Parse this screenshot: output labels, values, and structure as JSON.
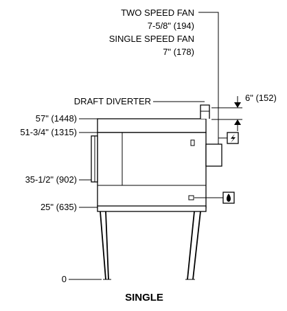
{
  "fan_notes": {
    "two_speed_label": "TWO SPEED FAN",
    "two_speed_dim": "7-5/8\" (194)",
    "single_speed_label": "SINGLE SPEED FAN",
    "single_speed_dim": "7\" (178)"
  },
  "draft_diverter_label": "DRAFT DIVERTER",
  "diverter_gap_dim": "6\" (152)",
  "heights": [
    "57\" (1448)",
    "51-3/4\" (1315)",
    "35-1/2\" (902)",
    "25\" (635)",
    "0"
  ],
  "caption": "SINGLE",
  "icons": {
    "electric": "electric-lightning-icon",
    "gas": "gas-flame-icon"
  }
}
